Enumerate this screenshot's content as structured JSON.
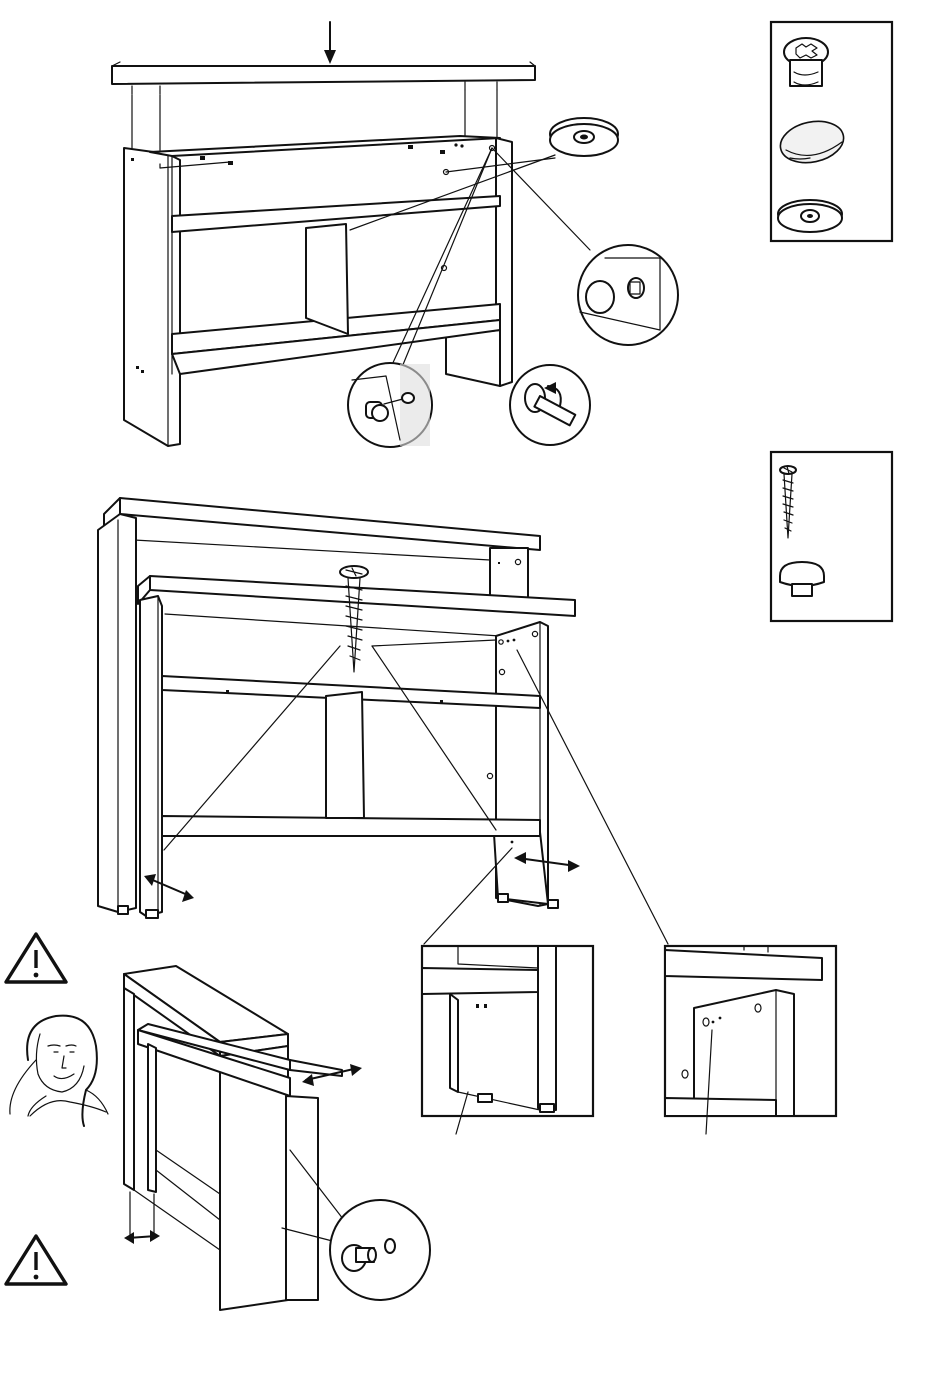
{
  "page": {
    "background": "#ffffff",
    "line_color": "#111111"
  },
  "steps": [
    {
      "id": "step-top-assembly",
      "parts_panel": [
        "cam-lock-fitting-icon",
        "cover-cap-icon",
        "cam-cover-disc-icon"
      ],
      "details": [
        "dowel-cam-detail",
        "screwdriver-detail",
        "cap-detail"
      ]
    },
    {
      "id": "step-middle-assembly",
      "parts_panel": [
        "screw-icon",
        "shelf-pin-icon"
      ],
      "details": [
        "left-hole-detail",
        "right-hole-detail"
      ]
    },
    {
      "id": "step-bottom-caution",
      "icons": [
        "warning-icon",
        "assistant-person-icon",
        "warning-icon"
      ],
      "details": [
        "plug-detail"
      ]
    }
  ]
}
